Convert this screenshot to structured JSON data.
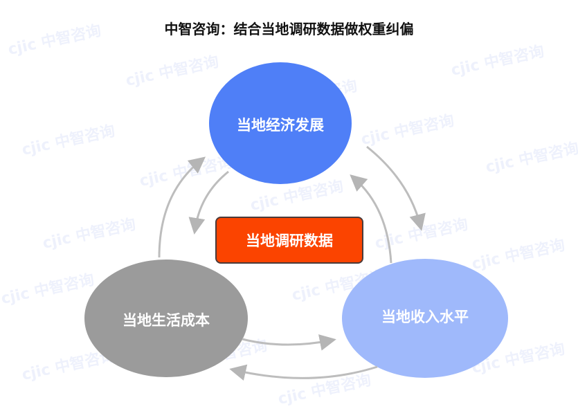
{
  "title": "中智咨询：结合当地调研数据做权重纠偏",
  "nodes": {
    "top": {
      "label": "当地经济发展",
      "color": "#4f7ff7"
    },
    "bottom_left": {
      "label": "当地生活成本",
      "color": "#9b9b9b"
    },
    "bottom_right": {
      "label": "当地收入水平",
      "color": "#9fb9fb"
    }
  },
  "center": {
    "label": "当地调研数据",
    "color": "#fb4400"
  },
  "arrow_color": "#bdbdbd",
  "watermark": "cjic 中智咨询"
}
